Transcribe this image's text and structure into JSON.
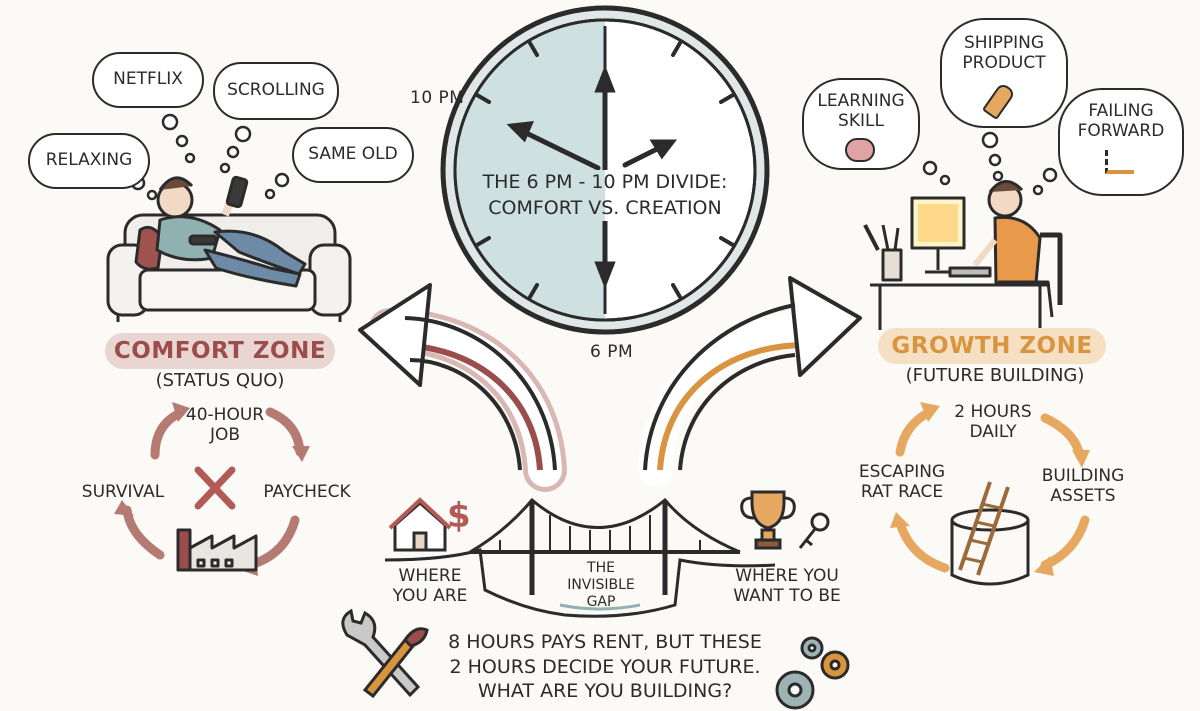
{
  "clock": {
    "title_line1": "THE 6 PM - 10 PM DIVIDE:",
    "title_line2": "COMFORT VS. CREATION",
    "label_top": "10 PM",
    "label_bottom": "6 PM"
  },
  "comfort": {
    "title": "COMFORT ZONE",
    "subtitle": "(STATUS QUO)",
    "thoughts": [
      "NETFLIX",
      "SCROLLING",
      "RELAXING",
      "SAME OLD"
    ],
    "cycle": [
      "40-HOUR JOB",
      "PAYCHECK",
      "SURVIVAL"
    ]
  },
  "growth": {
    "title": "GROWTH ZONE",
    "subtitle": "(FUTURE BUILDING)",
    "thoughts": [
      "LEARNING SKILL",
      "SHIPPING PRODUCT",
      "FAILING FORWARD"
    ],
    "cycle": [
      "2 HOURS DAILY",
      "BUILDING ASSETS",
      "ESCAPING RAT RACE"
    ]
  },
  "bridge": {
    "left": "WHERE YOU ARE",
    "middle": "THE INVISIBLE GAP",
    "right": "WHERE YOU WANT TO BE"
  },
  "footer": {
    "line1": "8 HOURS PAYS RENT, BUT THESE",
    "line2": "2 HOURS DECIDE YOUR FUTURE.",
    "line3": "WHAT ARE YOU BUILDING?"
  },
  "colors": {
    "comfort_accent": "#9b4d4b",
    "growth_accent": "#d9943f",
    "clock_face": "#cfe0e0",
    "ink": "#2b2b2b"
  }
}
